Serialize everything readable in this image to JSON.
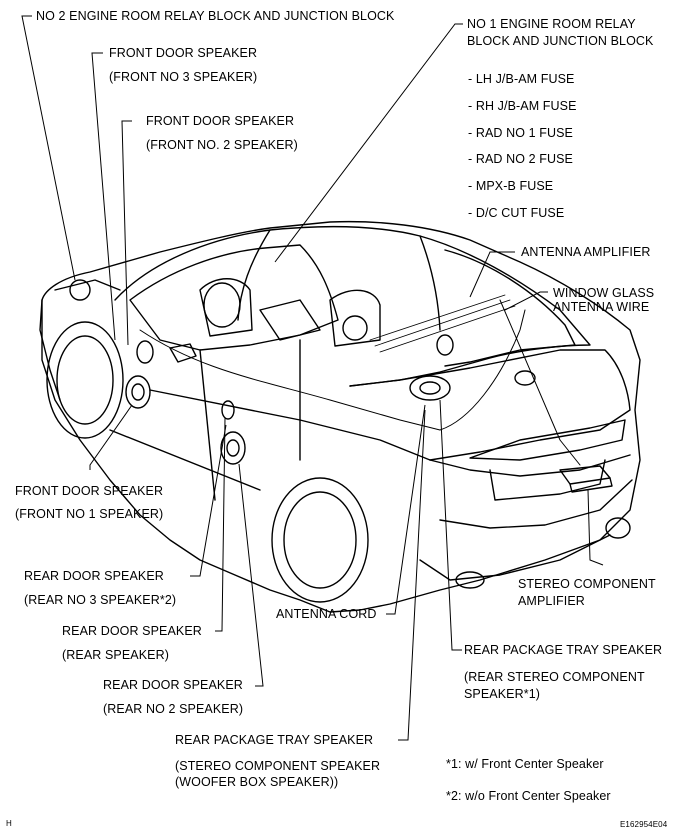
{
  "labels": {
    "no2_relay": "NO  2 ENGINE ROOM RELAY BLOCK AND JUNCTION BLOCK",
    "no1_relay_line1": "NO  1 ENGINE ROOM RELAY",
    "no1_relay_line2": "BLOCK AND JUNCTION BLOCK",
    "fuses": [
      "- LH J/B-AM FUSE",
      "- RH J/B-AM FUSE",
      "- RAD NO  1 FUSE",
      "- RAD NO  2 FUSE",
      "- MPX-B FUSE",
      "- D/C CUT FUSE"
    ],
    "front_door_no3_a": "FRONT DOOR SPEAKER",
    "front_door_no3_b": "(FRONT NO  3 SPEAKER)",
    "front_door_no2_a": "FRONT DOOR SPEAKER",
    "front_door_no2_b": "(FRONT NO. 2 SPEAKER)",
    "antenna_amplifier": "ANTENNA AMPLIFIER",
    "window_glass_a": "WINDOW GLASS",
    "window_glass_b": "ANTENNA WIRE",
    "front_door_no1_a": "FRONT DOOR SPEAKER",
    "front_door_no1_b": "(FRONT NO  1 SPEAKER)",
    "rear_door_no3_a": "REAR DOOR SPEAKER",
    "rear_door_no3_b": "(REAR NO  3 SPEAKER*2)",
    "rear_door_a": "REAR DOOR SPEAKER",
    "rear_door_b": "(REAR SPEAKER)",
    "rear_door_no2_a": "REAR DOOR SPEAKER",
    "rear_door_no2_b": "(REAR NO  2 SPEAKER)",
    "antenna_cord": "ANTENNA CORD",
    "stereo_amp_a": "STEREO COMPONENT",
    "stereo_amp_b": "AMPLIFIER",
    "rear_tray_1_a": "REAR PACKAGE TRAY SPEAKER",
    "rear_tray_1_b": "(REAR STEREO COMPONENT",
    "rear_tray_1_c": "SPEAKER*1)",
    "rear_tray_2_a": "REAR PACKAGE TRAY SPEAKER",
    "rear_tray_2_b": "(STEREO COMPONENT SPEAKER",
    "rear_tray_2_c": "(WOOFER BOX SPEAKER))",
    "note1": "*1: w/ Front Center Speaker",
    "note2": "*2: w/o Front Center Speaker",
    "corner_letter": "H",
    "figure_code": "E162954E04"
  }
}
